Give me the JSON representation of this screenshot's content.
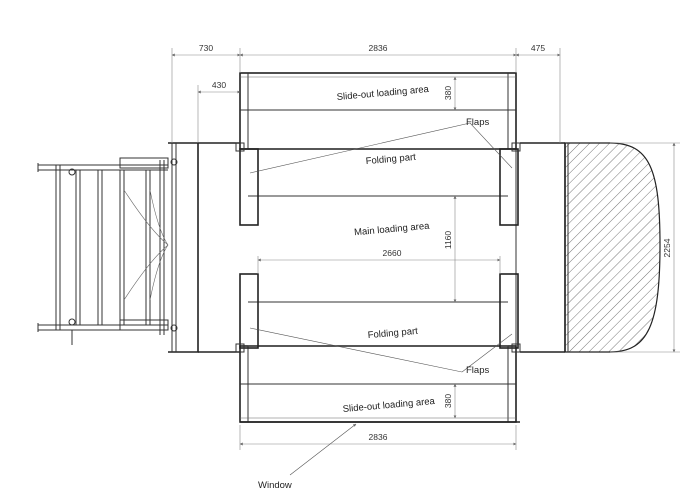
{
  "dimensions": {
    "d730": "730",
    "d2836_top": "2836",
    "d475": "475",
    "d430": "430",
    "d380_top": "380",
    "d1160": "1160",
    "d2660": "2660",
    "d2254": "2254",
    "d380_bottom": "380",
    "d2836_bottom": "2836"
  },
  "labels": {
    "slideout_top": "Slide-out loading area",
    "flaps_top": "Flaps",
    "folding_top": "Folding part",
    "main_area": "Main loading area",
    "folding_bottom": "Folding part",
    "flaps_bottom": "Flaps",
    "slideout_bottom": "Slide-out loading area",
    "window": "Window"
  },
  "colors": {
    "line": "#333333",
    "hatch": "#555555",
    "background": "#ffffff"
  }
}
